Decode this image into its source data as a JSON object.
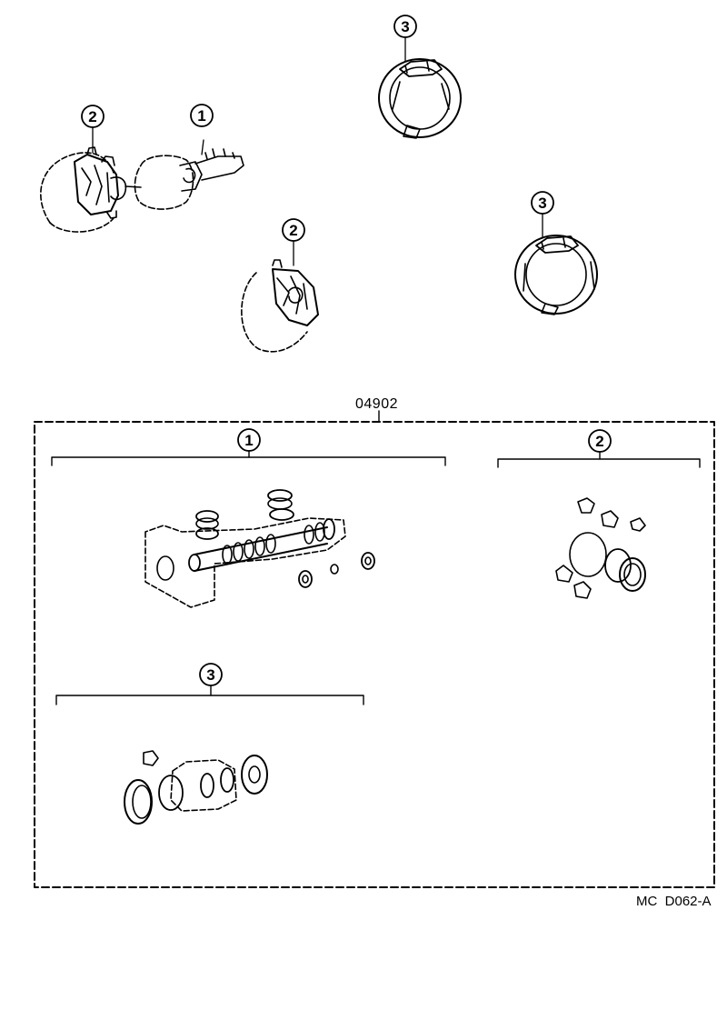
{
  "callouts": {
    "one": "1",
    "two": "2",
    "three": "3"
  },
  "kit": {
    "part_number": "04902"
  },
  "diagram_code": "MC  D062-A",
  "colors": {
    "line": "#000000",
    "background": "#ffffff"
  }
}
